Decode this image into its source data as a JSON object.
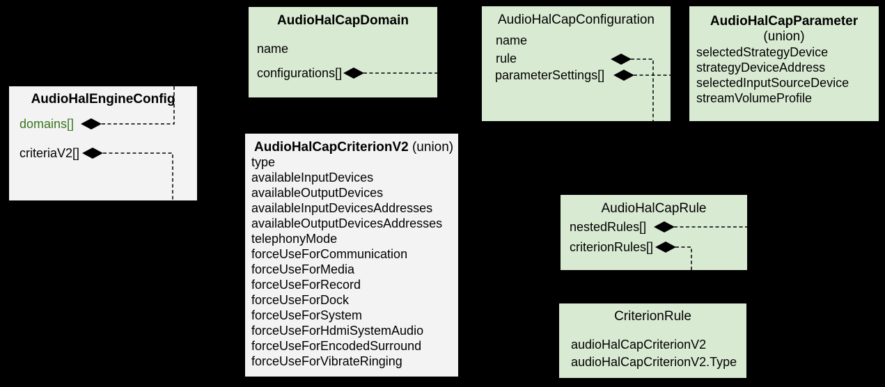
{
  "diagram": {
    "background": "#000000",
    "colors": {
      "box_green_fill": "#d9ead3",
      "box_gray_fill": "#f3f3f3",
      "text": "#000000",
      "domains_field_text": "#38761d",
      "connector_line": "#000000"
    },
    "boxes": {
      "engine_config": {
        "title": "AudioHalEngineConfig",
        "fields": {
          "domains": "domains[]",
          "criteria_v2": "criteriaV2[]"
        }
      },
      "cap_domain": {
        "title": "AudioHalCapDomain",
        "fields": {
          "name": "name",
          "configurations": "configurations[]"
        }
      },
      "cap_configuration": {
        "title": "AudioHalCapConfiguration",
        "fields": {
          "name": "name",
          "rule": "rule",
          "parameter_settings": "parameterSettings[]"
        }
      },
      "cap_parameter": {
        "title": "AudioHalCapParameter",
        "subtitle": "(union)",
        "fields": {
          "selected_strategy_device": "selectedStrategyDevice",
          "strategy_device_address": "strategyDeviceAddress",
          "selected_input_source_device": "selectedInputSourceDevice",
          "stream_volume_profile": "streamVolumeProfile"
        }
      },
      "cap_criterion_v2": {
        "title": "AudioHalCapCriterionV2",
        "title_suffix": " (union)",
        "fields": [
          "type",
          "availableInputDevices",
          "availableOutputDevices",
          "availableInputDevicesAddresses",
          "availableOutputDevicesAddresses",
          "telephonyMode",
          "forceUseForCommunication",
          "forceUseForMedia",
          "forceUseForRecord",
          "forceUseForDock",
          "forceUseForSystem",
          "forceUseForHdmiSystemAudio",
          "forceUseForEncodedSurround",
          "forceUseForVibrateRinging"
        ]
      },
      "cap_rule": {
        "title": "AudioHalCapRule",
        "fields": {
          "nested_rules": "nestedRules[]",
          "criterion_rules": "criterionRules[]"
        }
      },
      "criterion_rule": {
        "title": "CriterionRule",
        "fields": {
          "criterion_v2": "audioHalCapCriterionV2",
          "criterion_v2_type": "audioHalCapCriterionV2.Type"
        }
      }
    }
  }
}
